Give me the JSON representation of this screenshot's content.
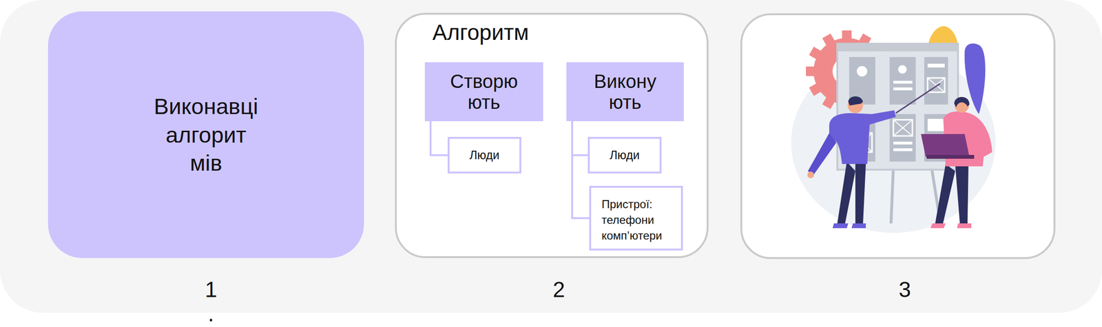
{
  "diagram": {
    "nodes": [
      {
        "text": [
          "Виконавці алгорит мів"
        ]
      },
      {
        "text": [
          "Алгоритм"
        ]
      },
      {
        "text": [
          "Створю ють"
        ],
        "in": 1
      },
      {
        "text": [
          "Люди"
        ],
        "in": 1
      },
      {
        "text": [
          "Викону ють"
        ],
        "in": 1
      },
      {
        "text": [
          "Люди"
        ],
        "in": 1
      },
      {
        "text": [
          "Пристрої: телефони комп’ютери"
        ],
        "in": 1
      }
    ],
    "edges": [
      {
        "from": 2,
        "to": 3,
        "arrow": "none"
      },
      {
        "from": 4,
        "to": 5,
        "arrow": "none"
      },
      {
        "from": 4,
        "to": 6,
        "arrow": "none"
      }
    ],
    "labels": [
      "1",
      ".",
      "2",
      "3"
    ]
  }
}
